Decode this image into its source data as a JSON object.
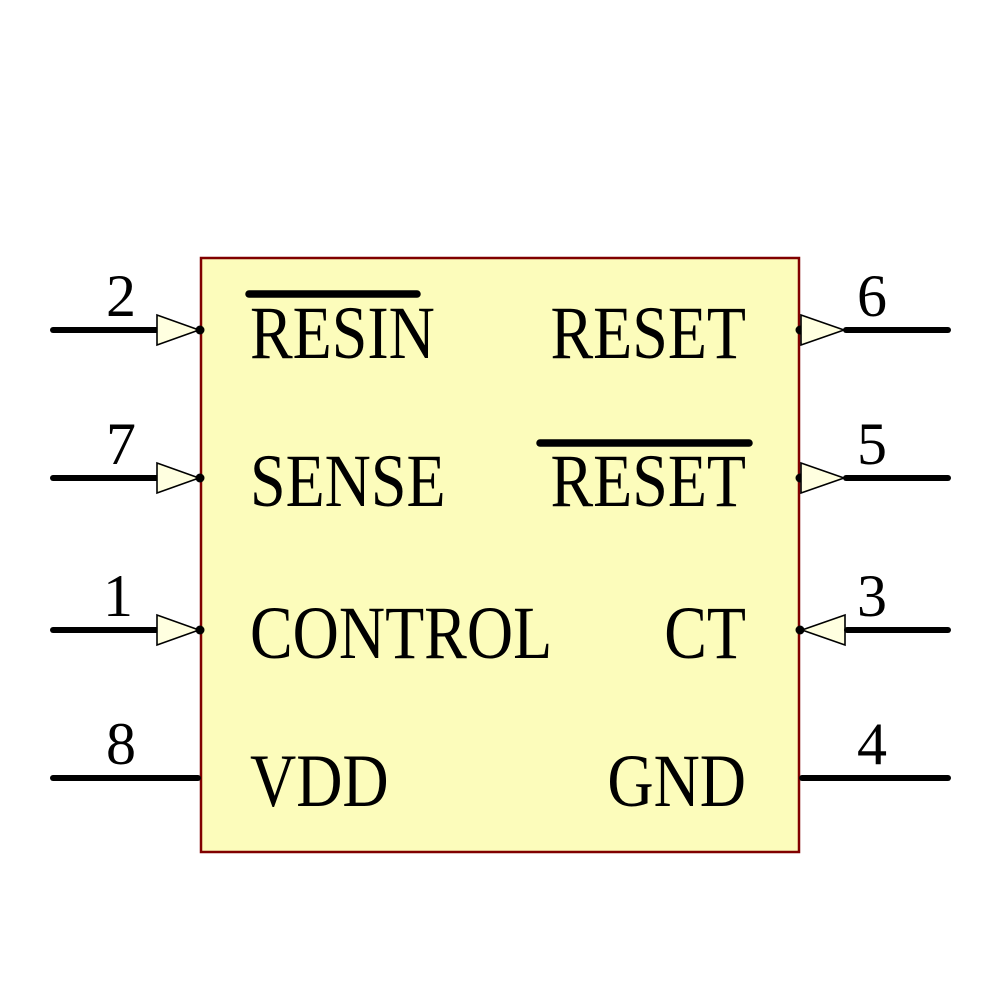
{
  "component": {
    "kind": "ic-schematic-symbol",
    "colors": {
      "body_fill": "#FCFCBB",
      "body_border": "#800000",
      "arrow_fill": "#FFFFE0",
      "line_color": "#000000",
      "background": "#FFFFFF"
    },
    "left_pins": [
      {
        "number": "2",
        "label": "RESIN",
        "negated": true,
        "direction": "input"
      },
      {
        "number": "7",
        "label": "SENSE",
        "negated": false,
        "direction": "input"
      },
      {
        "number": "1",
        "label": "CONTROL",
        "negated": false,
        "direction": "input"
      },
      {
        "number": "8",
        "label": "VDD",
        "negated": false,
        "direction": "passive"
      }
    ],
    "right_pins": [
      {
        "number": "6",
        "label": "RESET",
        "negated": false,
        "direction": "output"
      },
      {
        "number": "5",
        "label": "RESET",
        "negated": true,
        "direction": "output"
      },
      {
        "number": "3",
        "label": "CT",
        "negated": false,
        "direction": "input"
      },
      {
        "number": "4",
        "label": "GND",
        "negated": false,
        "direction": "passive"
      }
    ]
  }
}
